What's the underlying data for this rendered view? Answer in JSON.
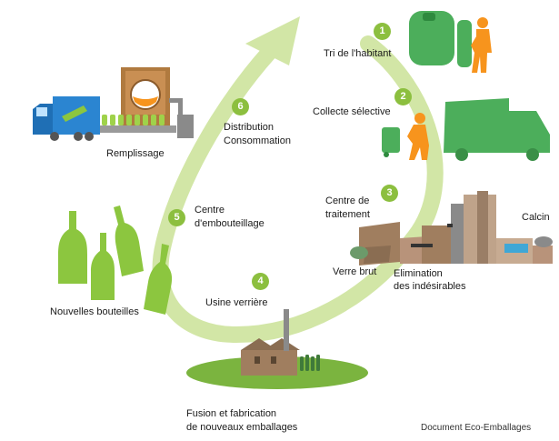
{
  "steps": [
    {
      "number": "1",
      "label": "Tri de l'habitant"
    },
    {
      "number": "2",
      "label": "Collecte sélective"
    },
    {
      "number": "3",
      "label_line1": "Centre de",
      "label_line2": "traitement"
    },
    {
      "number": "4",
      "label": "Usine verrière"
    },
    {
      "number": "5",
      "label_line1": "Centre",
      "label_line2": "d'embouteillage"
    },
    {
      "number": "6",
      "label_line1": "Distribution",
      "label_line2": "Consommation"
    }
  ],
  "labels": {
    "calcin": "Calcin",
    "verre_brut": "Verre brut",
    "elimination_line1": "Elimination",
    "elimination_line2": "des indésirables",
    "fusion_line1": "Fusion et fabrication",
    "fusion_line2": "de nouveaux emballages",
    "nouvelles_bouteilles": "Nouvelles bouteilles",
    "remplissage": "Remplissage"
  },
  "credit": "Document Eco-Emballages",
  "colors": {
    "cycle_arrow": "#d2e6a6",
    "badge": "#8cbf3f",
    "bottle_green": "#8cc63f",
    "bin_green": "#4cae5b",
    "person_orange": "#f7941d",
    "building_brown": "#a07e5f",
    "truck_blue": "#1f6fb5",
    "grey": "#8a8a8a"
  },
  "icons": [
    "recycling-bin-icon",
    "person-icon",
    "garbage-truck-icon",
    "sorting-center-icon",
    "factory-icon",
    "bottle-icon",
    "bottling-machine-icon",
    "delivery-truck-icon"
  ]
}
